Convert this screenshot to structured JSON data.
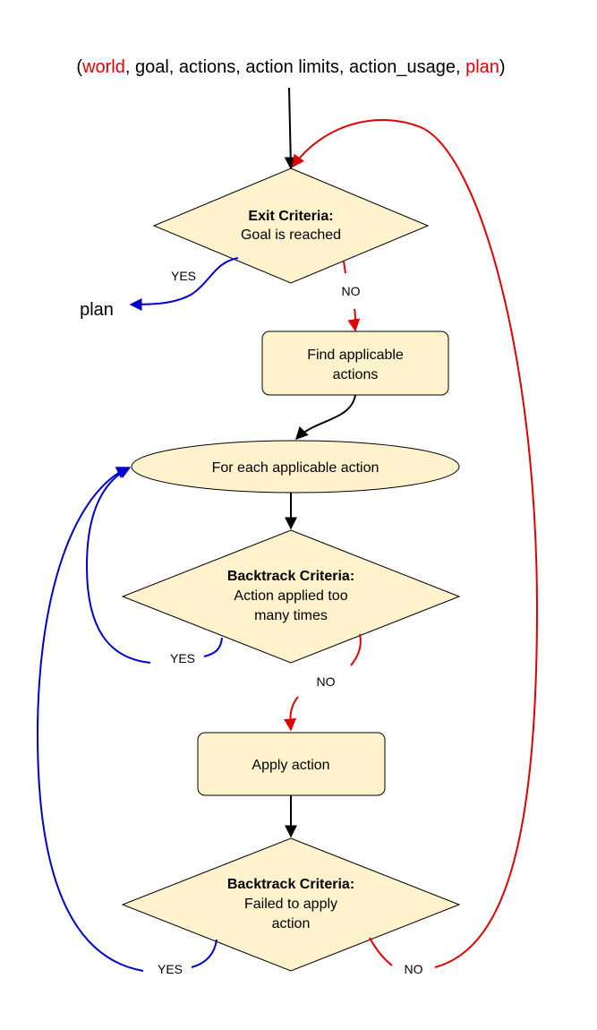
{
  "header": {
    "open_paren": "(",
    "world": "world",
    "sep1": ", goal, actions, action limits, action_usage, ",
    "plan": "plan",
    "close_paren": ")"
  },
  "exit_decision": {
    "title": "Exit Criteria:",
    "text": "Goal is reached",
    "yes_label": "YES",
    "no_label": "NO"
  },
  "plan_output": "plan",
  "find_actions": {
    "line1": "Find applicable",
    "line2": "actions"
  },
  "loop": {
    "text": "For each applicable action"
  },
  "backtrack1": {
    "title": "Backtrack Criteria:",
    "line1": "Action applied too",
    "line2": "many times",
    "yes_label": "YES",
    "no_label": "NO"
  },
  "apply_action": {
    "text": "Apply action"
  },
  "backtrack2": {
    "title": "Backtrack Criteria:",
    "line1": "Failed to apply",
    "line2": "action",
    "yes_label": "YES",
    "no_label": "NO"
  },
  "colors": {
    "box_fill": "#fff2cc",
    "red": "#e00000",
    "blue": "#0000cc",
    "black": "#000000"
  }
}
